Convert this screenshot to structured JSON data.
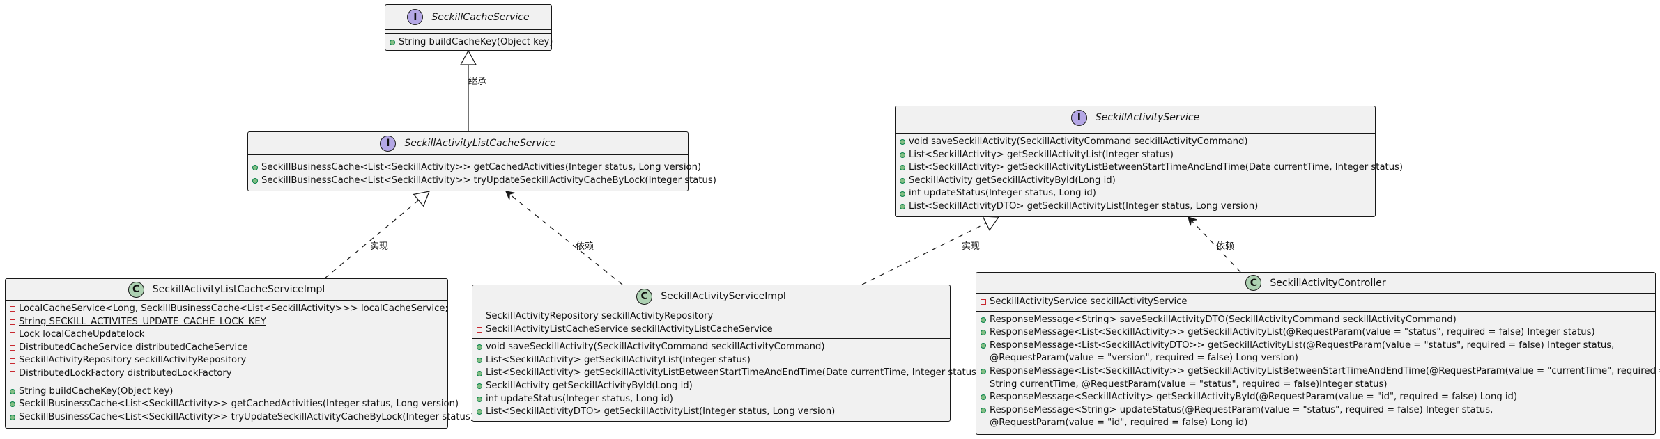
{
  "classes": {
    "cacheService": {
      "name": "SeckillCacheService",
      "stereotype": "I",
      "fields": [],
      "methods": [
        {
          "vis": "pub",
          "text": "String buildCacheKey(Object key)"
        }
      ]
    },
    "listCacheService": {
      "name": "SeckillActivityListCacheService",
      "stereotype": "I",
      "fields": [],
      "methods": [
        {
          "vis": "pub",
          "text": "SeckillBusinessCache<List<SeckillActivity>> getCachedActivities(Integer status, Long version)"
        },
        {
          "vis": "pub",
          "text": "SeckillBusinessCache<List<SeckillActivity>> tryUpdateSeckillActivityCacheByLock(Integer status)"
        }
      ]
    },
    "activityService": {
      "name": "SeckillActivityService",
      "stereotype": "I",
      "fields": [],
      "methods": [
        {
          "vis": "pub",
          "text": "void saveSeckillActivity(SeckillActivityCommand seckillActivityCommand)"
        },
        {
          "vis": "pub",
          "text": "List<SeckillActivity> getSeckillActivityList(Integer status)"
        },
        {
          "vis": "pub",
          "text": "List<SeckillActivity> getSeckillActivityListBetweenStartTimeAndEndTime(Date currentTime, Integer status)"
        },
        {
          "vis": "pub",
          "text": "SeckillActivity getSeckillActivityById(Long id)"
        },
        {
          "vis": "pub",
          "text": "int updateStatus(Integer status, Long id)"
        },
        {
          "vis": "pub",
          "text": "List<SeckillActivityDTO> getSeckillActivityList(Integer status, Long version)"
        }
      ]
    },
    "listCacheServiceImpl": {
      "name": "SeckillActivityListCacheServiceImpl",
      "stereotype": "C",
      "fields": [
        {
          "vis": "priv",
          "text": "LocalCacheService<Long, SeckillBusinessCache<List<SeckillActivity>>> localCacheService;"
        },
        {
          "vis": "priv",
          "text": "String SECKILL_ACTIVITES_UPDATE_CACHE_LOCK_KEY",
          "underline": true
        },
        {
          "vis": "priv",
          "text": "Lock localCacheUpdatelock"
        },
        {
          "vis": "priv",
          "text": "DistributedCacheService distributedCacheService"
        },
        {
          "vis": "priv",
          "text": "SeckillActivityRepository seckillActivityRepository"
        },
        {
          "vis": "priv",
          "text": "DistributedLockFactory distributedLockFactory"
        }
      ],
      "methods": [
        {
          "vis": "pub",
          "text": "String buildCacheKey(Object key)"
        },
        {
          "vis": "pub",
          "text": "SeckillBusinessCache<List<SeckillActivity>> getCachedActivities(Integer status, Long version)"
        },
        {
          "vis": "pub",
          "text": "SeckillBusinessCache<List<SeckillActivity>> tryUpdateSeckillActivityCacheByLock(Integer status)"
        }
      ]
    },
    "activityServiceImpl": {
      "name": "SeckillActivityServiceImpl",
      "stereotype": "C",
      "fields": [
        {
          "vis": "priv",
          "text": "SeckillActivityRepository seckillActivityRepository"
        },
        {
          "vis": "priv",
          "text": "SeckillActivityListCacheService seckillActivityListCacheService"
        }
      ],
      "methods": [
        {
          "vis": "pub",
          "text": "void saveSeckillActivity(SeckillActivityCommand seckillActivityCommand)"
        },
        {
          "vis": "pub",
          "text": "List<SeckillActivity> getSeckillActivityList(Integer status)"
        },
        {
          "vis": "pub",
          "text": "List<SeckillActivity> getSeckillActivityListBetweenStartTimeAndEndTime(Date currentTime, Integer status)"
        },
        {
          "vis": "pub",
          "text": "SeckillActivity getSeckillActivityById(Long id)"
        },
        {
          "vis": "pub",
          "text": "int updateStatus(Integer status, Long id)"
        },
        {
          "vis": "pub",
          "text": "List<SeckillActivityDTO> getSeckillActivityList(Integer status, Long version)"
        }
      ]
    },
    "activityController": {
      "name": "SeckillActivityController",
      "stereotype": "C",
      "fields": [
        {
          "vis": "priv",
          "text": "SeckillActivityService seckillActivityService"
        }
      ],
      "methods": [
        {
          "vis": "pub",
          "text": "ResponseMessage<String> saveSeckillActivityDTO(SeckillActivityCommand seckillActivityCommand)"
        },
        {
          "vis": "pub",
          "text": "ResponseMessage<List<SeckillActivity>> getSeckillActivityList(@RequestParam(value = \"status\", required = false) Integer status)"
        },
        {
          "vis": "pub",
          "text": "ResponseMessage<List<SeckillActivityDTO>> getSeckillActivityList(@RequestParam(value = \"status\", required = false) Integer status,"
        },
        {
          "vis": "none",
          "text": "@RequestParam(value = \"version\", required = false) Long version)"
        },
        {
          "vis": "pub",
          "text": "ResponseMessage<List<SeckillActivity>> getSeckillActivityListBetweenStartTimeAndEndTime(@RequestParam(value = \"currentTime\", required = false)"
        },
        {
          "vis": "none",
          "text": "String currentTime, @RequestParam(value = \"status\", required = false)Integer status)"
        },
        {
          "vis": "pub",
          "text": "ResponseMessage<SeckillActivity> getSeckillActivityById(@RequestParam(value = \"id\", required = false) Long id)"
        },
        {
          "vis": "pub",
          "text": "ResponseMessage<String> updateStatus(@RequestParam(value = \"status\", required = false) Integer status,"
        },
        {
          "vis": "none",
          "text": "@RequestParam(value = \"id\", required = false) Long id)"
        }
      ]
    }
  },
  "edges": [
    {
      "id": "extends",
      "label": "继承",
      "kind": "inheritance",
      "from": "listCacheService",
      "to": "cacheService"
    },
    {
      "id": "impl-list-cache",
      "label": "实现",
      "kind": "realization",
      "from": "listCacheServiceImpl",
      "to": "listCacheService"
    },
    {
      "id": "dep-service-cache",
      "label": "依赖",
      "kind": "dependency",
      "from": "activityServiceImpl",
      "to": "listCacheService"
    },
    {
      "id": "impl-service",
      "label": "实现",
      "kind": "realization",
      "from": "activityServiceImpl",
      "to": "activityService"
    },
    {
      "id": "dep-controller",
      "label": "依赖",
      "kind": "dependency",
      "from": "activityController",
      "to": "activityService"
    }
  ],
  "colors": {
    "interface_badge": "#b4a7e5",
    "class_badge": "#add1b2",
    "box_fill": "#f1f1f1",
    "public_marker": "#84be84",
    "private_marker": "#c82930",
    "line": "#181818"
  }
}
